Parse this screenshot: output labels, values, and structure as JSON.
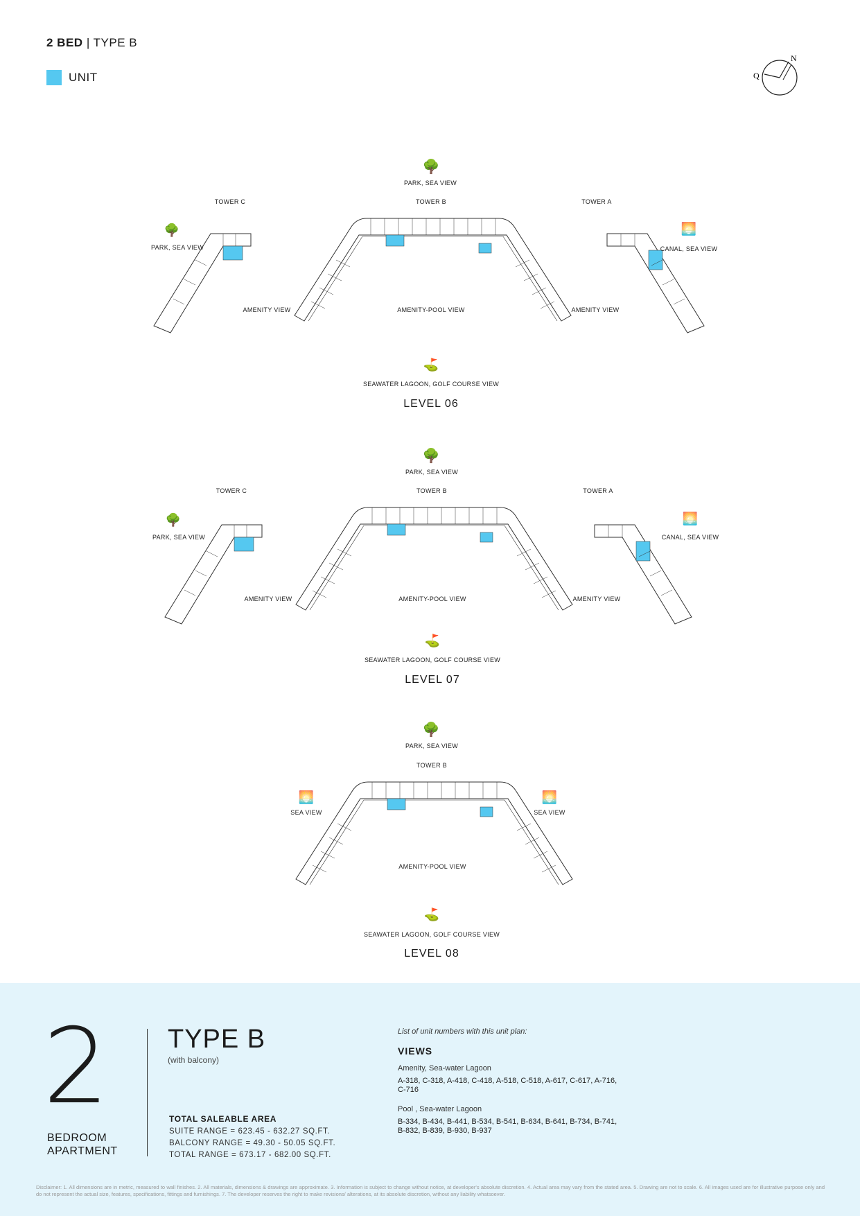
{
  "header": {
    "title_bold": "2 BED",
    "title_sep": "|",
    "title_rest": "TYPE B"
  },
  "legend": {
    "label": "UNIT",
    "color": "#55c8f0"
  },
  "compass": {
    "north": "N",
    "q": "Q"
  },
  "levels": [
    {
      "name": "LEVEL 06",
      "views": {
        "top": "PARK, SEA VIEW",
        "bottom": "SEAWATER LAGOON, GOLF COURSE VIEW",
        "center": "AMENITY-POOL VIEW",
        "left_outer": "PARK, SEA VIEW",
        "left_inner": "AMENITY VIEW",
        "right_inner": "AMENITY VIEW",
        "right_outer": "CANAL, SEA VIEW"
      },
      "towers": {
        "c": "TOWER C",
        "b": "TOWER B",
        "a": "TOWER A"
      }
    },
    {
      "name": "LEVEL 07",
      "views": {
        "top": "PARK, SEA VIEW",
        "bottom": "SEAWATER LAGOON, GOLF COURSE VIEW",
        "center": "AMENITY-POOL VIEW",
        "left_outer": "PARK, SEA VIEW",
        "left_inner": "AMENITY VIEW",
        "right_inner": "AMENITY VIEW",
        "right_outer": "CANAL, SEA VIEW"
      },
      "towers": {
        "c": "TOWER C",
        "b": "TOWER B",
        "a": "TOWER A"
      }
    },
    {
      "name": "LEVEL 08",
      "views": {
        "top": "PARK, SEA VIEW",
        "bottom": "SEAWATER LAGOON, GOLF COURSE VIEW",
        "center": "AMENITY-POOL VIEW",
        "left": "SEA VIEW",
        "right": "SEA VIEW"
      },
      "towers": {
        "b": "TOWER B"
      }
    }
  ],
  "footer": {
    "big_number": "2",
    "bedroom_line1": "BEDROOM",
    "bedroom_line2": "APARTMENT",
    "type_title": "TYPE B",
    "type_sub": "(with balcony)",
    "area_title": "TOTAL SALEABLE AREA",
    "suite_range": "SUITE RANGE = 623.45 - 632.27 SQ.FT.",
    "balcony_range": "BALCONY RANGE = 49.30 - 50.05 SQ.FT.",
    "total_range": "TOTAL RANGE = 673.17 - 682.00 SQ.FT.",
    "list_intro": "List of unit numbers with this unit plan:",
    "views_title": "VIEWS",
    "view_groups": [
      {
        "title": "Amenity, Sea-water Lagoon",
        "units": "A-318, C-318, A-418, C-418, A-518, C-518, A-617, C-617, A-716, C-716"
      },
      {
        "title": "Pool , Sea-water Lagoon",
        "units": "B-334, B-434, B-441, B-534, B-541, B-634, B-641, B-734, B-741, B-832, B-839, B-930, B-937"
      }
    ],
    "disclaimer": "Disclaimer: 1. All dimensions are in metric, measured to wall finishes. 2. All materials, dimensions & drawings are approximate. 3. Information is subject to change without notice, at developer's absolute discretion. 4. Actual area may vary from the stated area. 5. Drawing are not to scale. 6. All images used are for illustrative purpose only and do not represent the actual size, features, specifications, fittings and furnishings. 7. The developer reserves the right to make revisions/ alterations, at its absolute discretion, without any liability whatsoever."
  }
}
